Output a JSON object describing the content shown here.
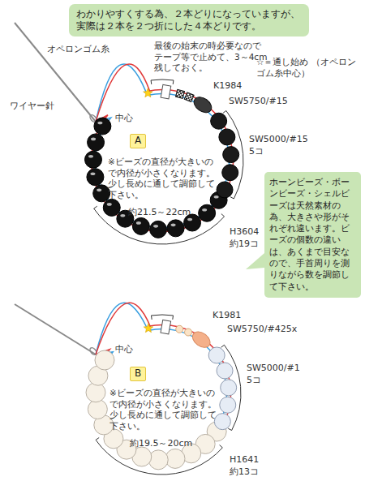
{
  "diagram": {
    "nodes": [
      {
        "text": [
          "わかりやすくする為、２本どりになっていますが、実際は２本を２つ折にした４本どりです。"
        ]
      },
      {
        "text": [
          "A"
        ]
      },
      {
        "text": [
          "ホーンビーズ・ボーンビーズ・シェルビーズは天然素材の為、大きさや形がそれぞれ違います。ビーズの個数の違いは、あくまで目安なので、手首周りを測りながら数を調節して下さい。"
        ]
      },
      {
        "text": [
          "B"
        ]
      }
    ],
    "labels": [
      "最後の始末の時必要なので テープ等で止めて、3～4cm 残しておく。",
      "オペロンゴム糸",
      "ワイヤー針",
      "中心",
      "☆＝通し始め （オペロンゴム糸中心）",
      "K1984",
      "SW5750/#15",
      "SW5000/#15",
      "5コ",
      "※ビーズの直径が大きいので内径が小さくなります。少し長めに通して調節して下さい。",
      "約21.5～22cm",
      "H3604",
      "約19コ",
      "中心",
      "K1981",
      "SW5750/#425x",
      "SW5000/#1",
      "5コ",
      "※ビーズの直径が大きいので内径が小さくなります。少し長めに通して調節して下さい。",
      "約19.5～20cm",
      "H1641",
      "約13コ"
    ]
  }
}
